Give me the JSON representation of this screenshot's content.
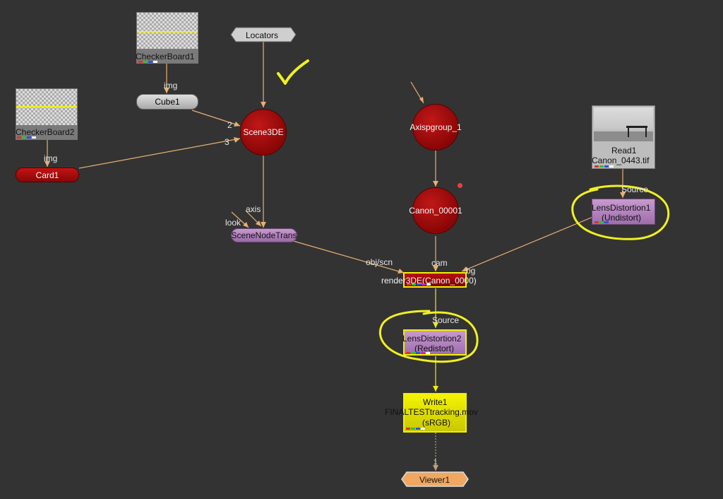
{
  "app": "Nuke Node Graph",
  "nodes": {
    "checkerboard1": {
      "label": "CheckerBoard1"
    },
    "checkerboard2": {
      "label": "CheckerBoard2"
    },
    "cube1": {
      "label": "Cube1"
    },
    "card1": {
      "label": "Card1"
    },
    "locators": {
      "label": "Locators"
    },
    "scene3de": {
      "label": "Scene3DE"
    },
    "scenenodetrans": {
      "label": "SceneNodeTrans"
    },
    "axispgroup": {
      "label": "Axispgroup_1"
    },
    "canon_cam": {
      "label": "Canon_00001"
    },
    "read1": {
      "line1": "Read1",
      "line2": "Canon_0443.tif"
    },
    "lensdistortion1": {
      "line1": "LensDistortion1",
      "line2": "(Undistort)"
    },
    "render3de": {
      "label": "render3DE(Canon_0000)"
    },
    "lensdistortion2": {
      "line1": "LensDistortion2",
      "line2": "(Redistort)"
    },
    "write1": {
      "line1": "Write1",
      "line2": "FINALTESTtracking.mov",
      "line3": "(sRGB)"
    },
    "viewer1": {
      "label": "Viewer1"
    }
  },
  "inputs": {
    "img1": "img",
    "img2": "img",
    "in2": "2",
    "in3": "3",
    "axis": "axis",
    "look": "look",
    "obj_scn": "obj/scn",
    "cam": "cam",
    "bg": "bg",
    "source1": "Source",
    "source2": "Source",
    "viewer_in": "1"
  },
  "colors": {
    "background": "#333333",
    "pipe": "#e8b070",
    "pipe_selected": "#f0f000",
    "annotation": "#f0f020",
    "node_3d": "#9a0a0a",
    "node_filter": "#b07ab8",
    "node_write": "#e6e600",
    "node_viewer": "#f0a860"
  }
}
